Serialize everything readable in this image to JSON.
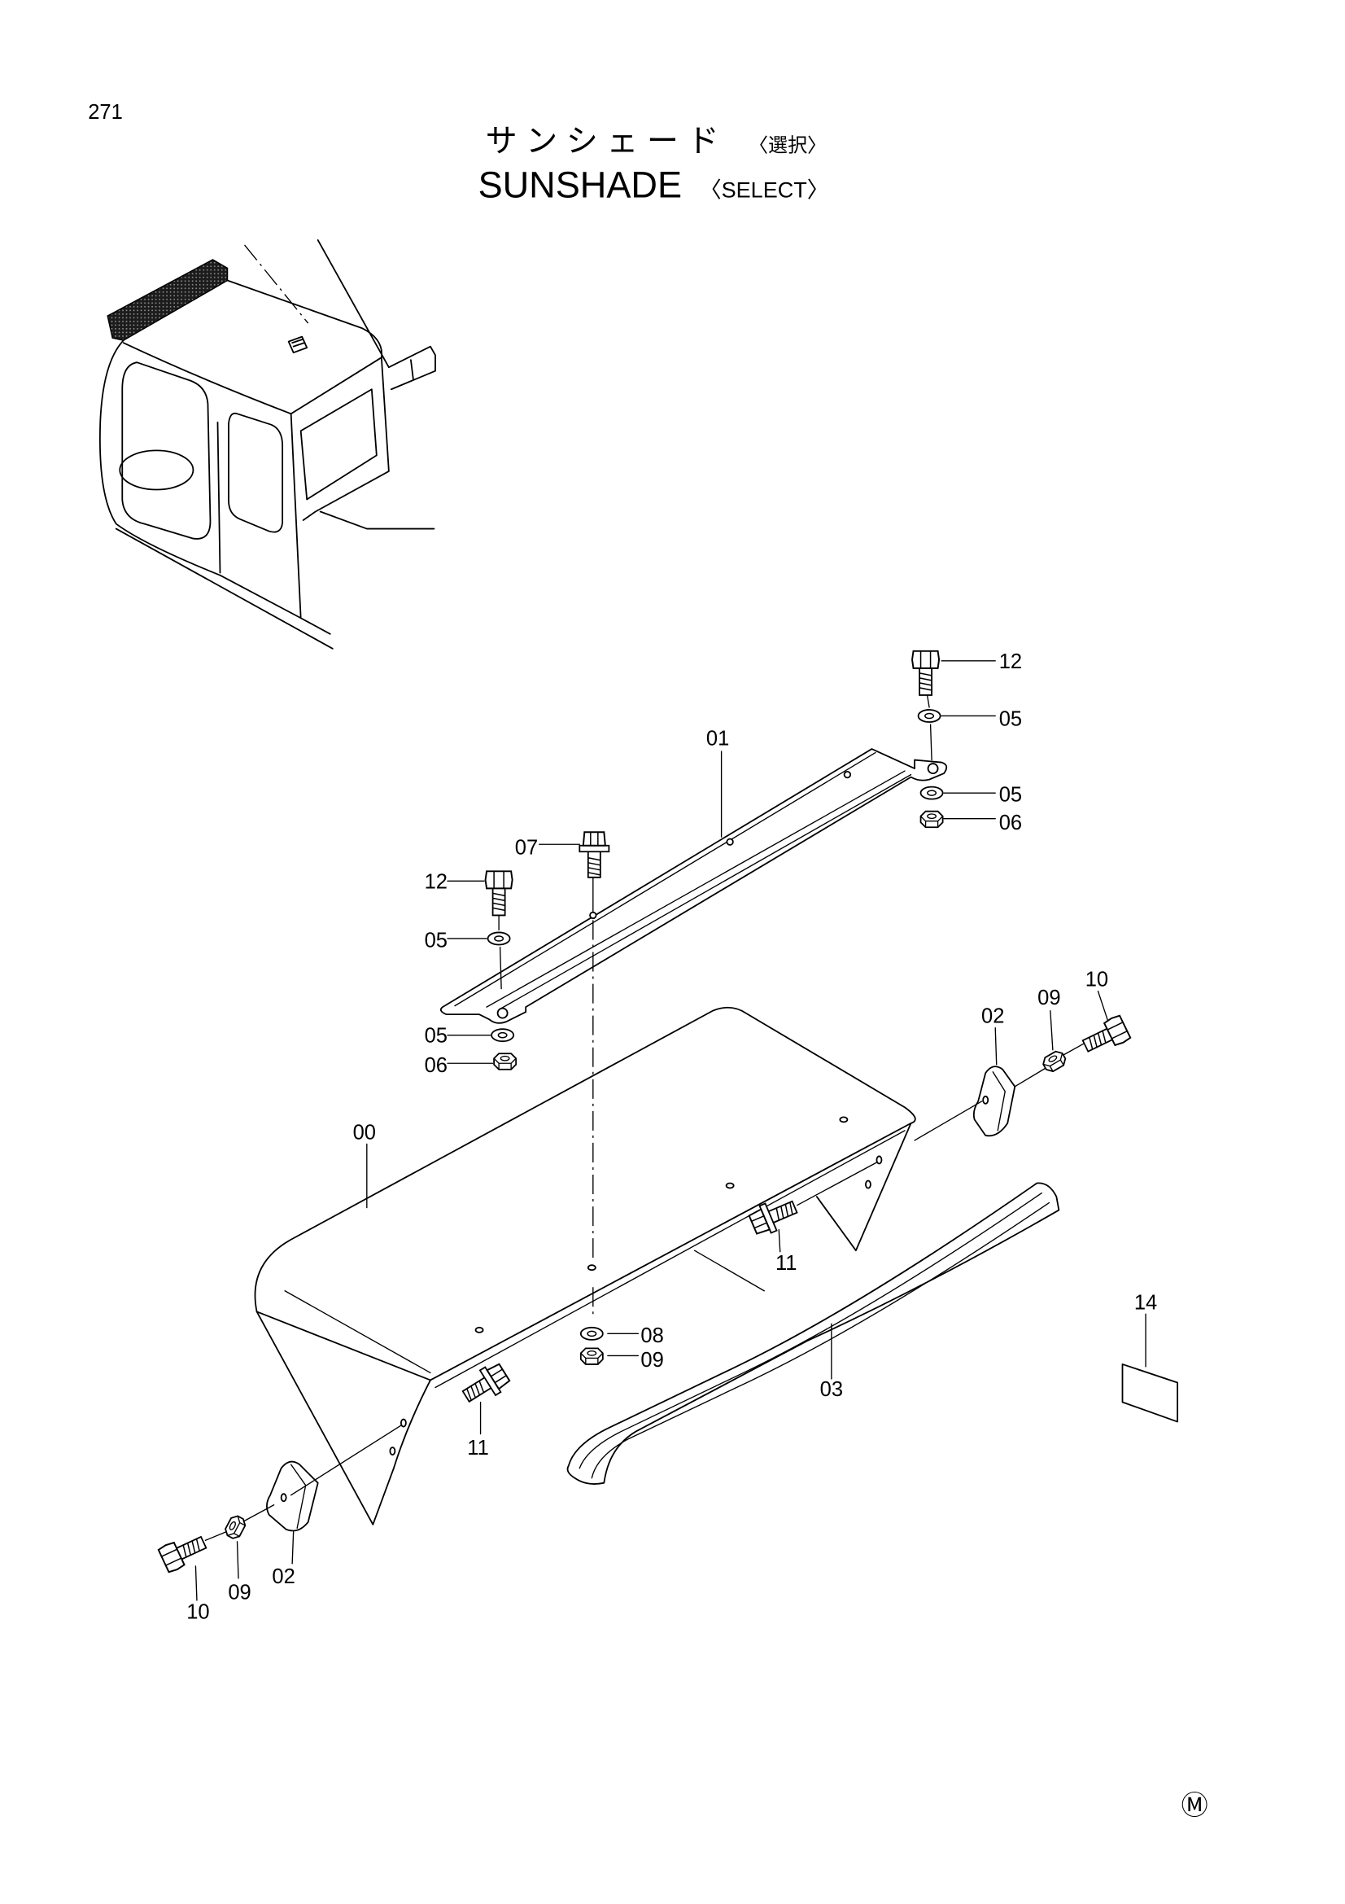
{
  "page_number": "271",
  "title": {
    "ja": "サンシェード",
    "ja_note": "〈選択〉",
    "en": "SUNSHADE",
    "en_note": "〈SELECT〉"
  },
  "callouts": [
    "12",
    "05",
    "05",
    "06",
    "01",
    "07",
    "12",
    "05",
    "05",
    "06",
    "10",
    "09",
    "02",
    "00",
    "11",
    "08",
    "09",
    "03",
    "14",
    "11",
    "10",
    "09",
    "02"
  ],
  "corner_mark": "Ⓜ"
}
